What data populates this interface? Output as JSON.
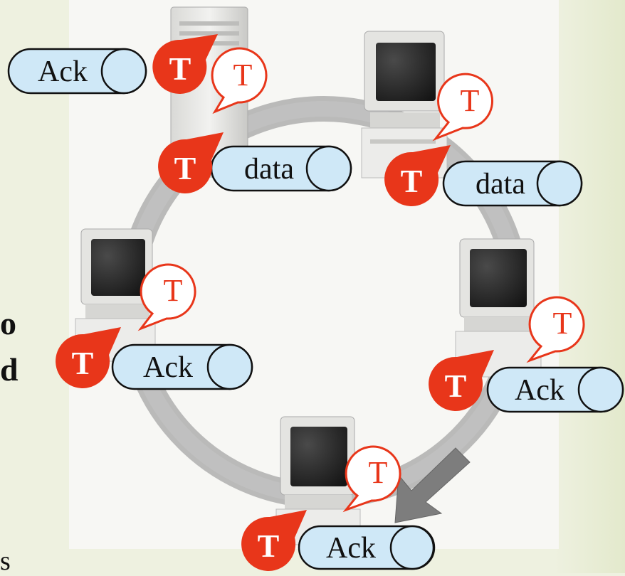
{
  "slide": {
    "cropped_text": [
      "o",
      "d",
      "s"
    ]
  },
  "packets": {
    "left_top": "Ack",
    "left_mid": "Ack",
    "server_data": "data",
    "right_top_data": "data",
    "right_mid": "Ack",
    "bottom": "Ack"
  },
  "token": {
    "letter": "T",
    "solid_color": "#e8361a",
    "outline_color": "#e8361a",
    "bubble_fill": "#ffffff"
  },
  "packet_style": {
    "fill": "#cfe8f7",
    "stroke": "#111111"
  },
  "ring_arrow_color": "#9e9e9e",
  "direction_arrow_color": "#7a7a7a"
}
